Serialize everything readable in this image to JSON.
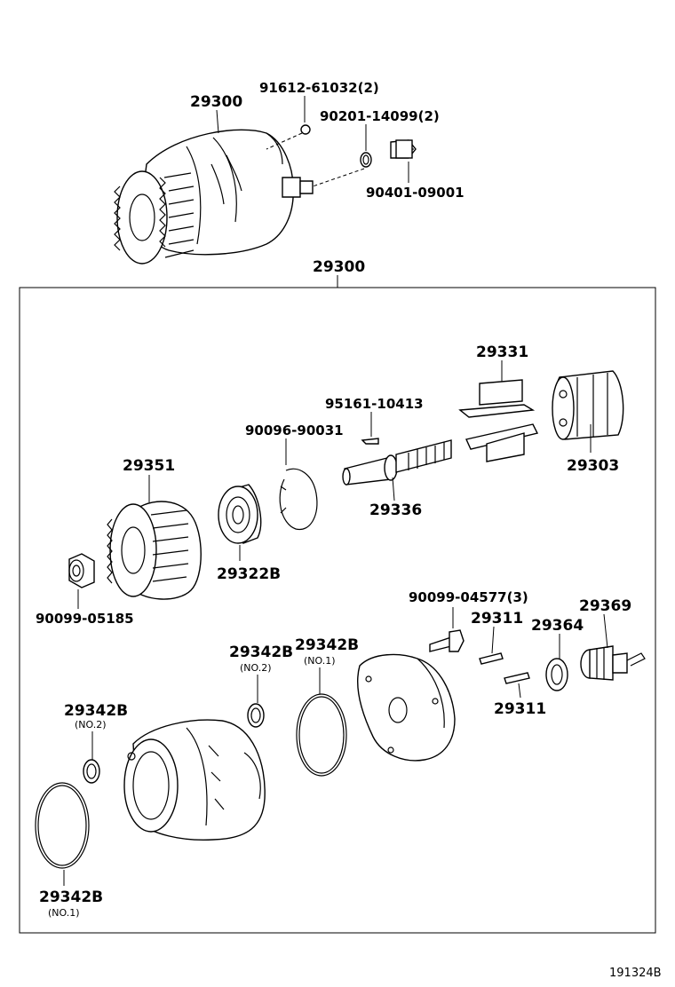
{
  "labels": {
    "top_assembly": "29300",
    "top_screw": "91612-61032(2)",
    "top_washer": "90201-14099(2)",
    "top_bolt": "90401-09001",
    "group_header": "29300",
    "brush_holder": "29331",
    "key": "95161-10413",
    "snap_ring": "90096-90031",
    "commutator": "29303",
    "pinion_gear": "29351",
    "shaft": "29336",
    "bearing": "29322B",
    "nut": "90099-05185",
    "small_screw": "90099-04577(3)",
    "pin_upper": "29311",
    "pin_lower": "29311",
    "washer_right": "29364",
    "sensor": "29369",
    "oring_mid2": "29342B",
    "oring_mid2_sub": "(NO.2)",
    "oring_mid1": "29342B",
    "oring_mid1_sub": "(NO.1)",
    "oring_left2": "29342B",
    "oring_left2_sub": "(NO.2)",
    "oring_left1": "29342B",
    "oring_left1_sub": "(NO.1)"
  },
  "figure_code": "191324B"
}
